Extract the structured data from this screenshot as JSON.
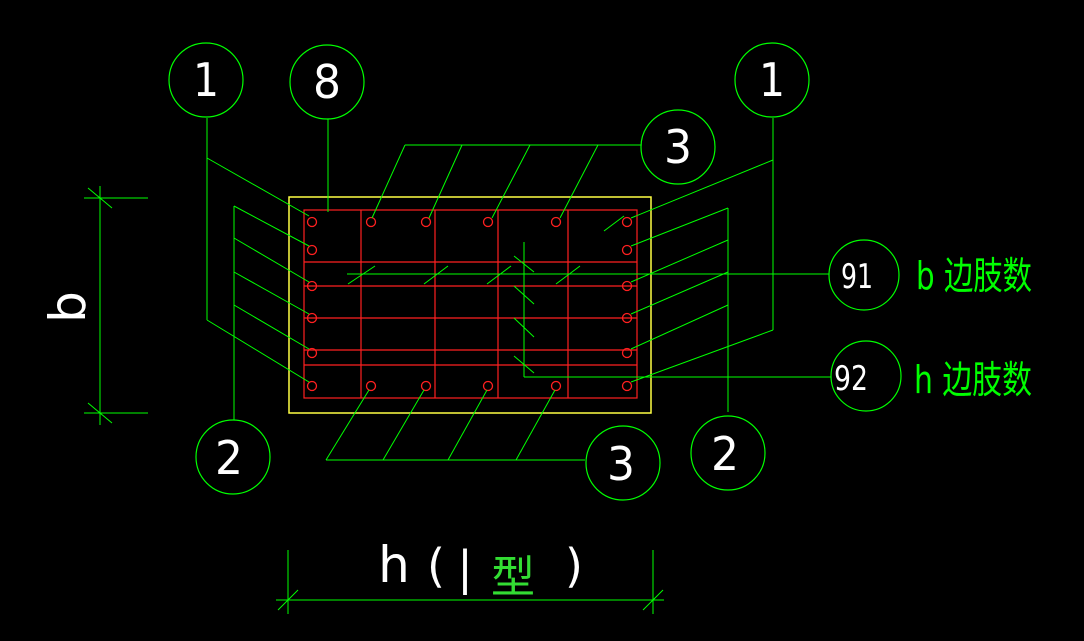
{
  "colors": {
    "background": "#000000",
    "leader": "#00ff00",
    "frame": "#ffff44",
    "rebar": "#ff2020",
    "label_text": "#ffffff",
    "annotation_text": "#00ff00",
    "type_text": "#33dd33"
  },
  "callouts": {
    "top_left_1": "1",
    "top_8": "8",
    "top_right_1": "1",
    "top_3": "3",
    "leg_b": "91",
    "leg_h": "92",
    "bottom_left_2": "2",
    "bottom_3": "3",
    "bottom_right_2": "2"
  },
  "annotations": {
    "b_legs": "b 边肢数",
    "h_legs": "h 边肢数"
  },
  "dimensions": {
    "b_label": "b",
    "h_label": "h",
    "paren_open": "(",
    "i_bar": "|",
    "type_char": "型",
    "paren_close": ")"
  }
}
